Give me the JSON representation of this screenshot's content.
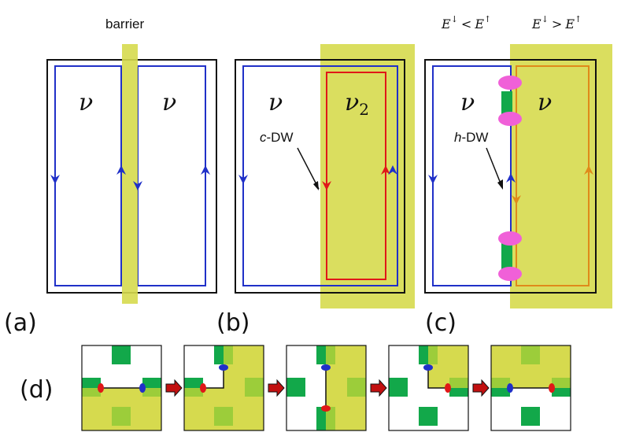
{
  "colors": {
    "blue": "#2030c8",
    "red": "#e01818",
    "orange": "#e08a1a",
    "yellow": "#d8dc55",
    "green": "#12a84a",
    "pink": "#f060d8",
    "black": "#111111"
  },
  "panel_a": {
    "label": "(a)",
    "barrier": "barrier",
    "left_nu": "ν",
    "right_nu": "ν"
  },
  "panel_b": {
    "label": "(b)",
    "left_nu": "ν",
    "right_nu": "ν",
    "right_sub": "2",
    "dw_prefix": "c",
    "dw_suffix": "-DW"
  },
  "panel_c": {
    "label": "(c)",
    "left_nu": "ν",
    "right_nu": "ν",
    "dw_prefix": "h",
    "dw_suffix": "-DW",
    "cond_left": {
      "a": "E",
      "sa": "↓",
      "op": "<",
      "b": "E",
      "sb": "↑"
    },
    "cond_right": {
      "a": "E",
      "sa": "↓",
      "op": ">",
      "b": "E",
      "sb": "↑"
    }
  },
  "panel_d": {
    "label": "(d)",
    "steps": 5
  }
}
